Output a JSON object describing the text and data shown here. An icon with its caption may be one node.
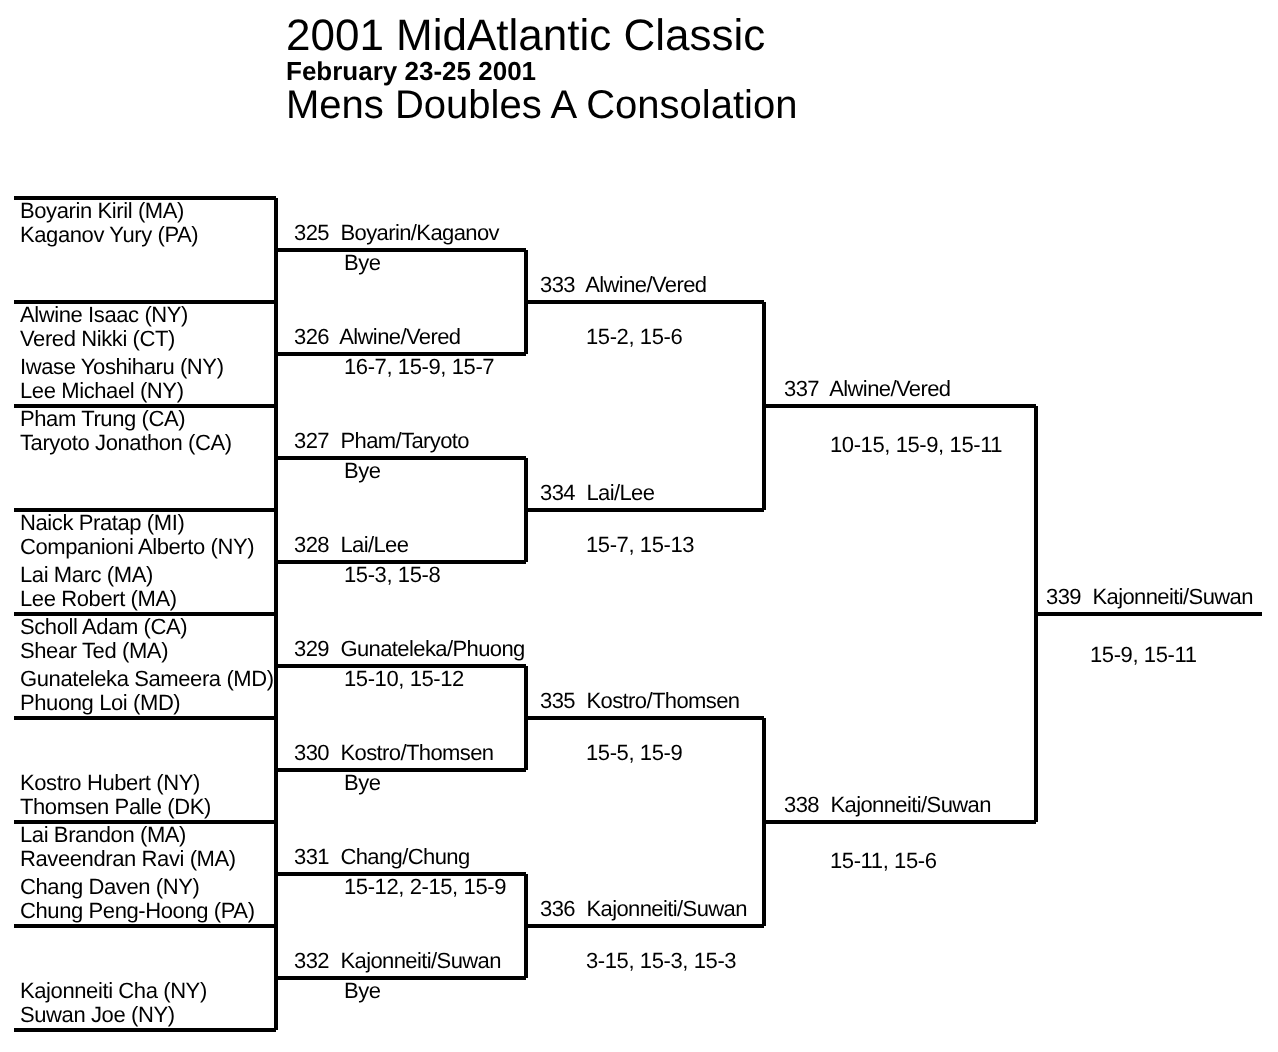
{
  "diagram": {
    "title": "2001 MidAtlantic Classic",
    "nodes": [
      {
        "text": [
          "Boyarin Kiril (MA)",
          "Kaganov Yury (PA)"
        ]
      },
      {
        "text": [
          "Alwine Isaac (NY)",
          "Vered Nikki (CT)"
        ]
      },
      {
        "text": [
          "Iwase Yoshiharu (NY)",
          "Lee Michael (NY)"
        ]
      },
      {
        "text": [
          "Pham Trung (CA)",
          "Taryoto Jonathon (CA)"
        ]
      },
      {
        "text": [
          "Naick Pratap (MI)",
          "Companioni Alberto (NY)"
        ]
      },
      {
        "text": [
          "Lai Marc (MA)",
          "Lee Robert (MA)"
        ]
      },
      {
        "text": [
          "Scholl Adam (CA)",
          "Shear Ted (MA)"
        ]
      },
      {
        "text": [
          "Gunateleka Sameera (MD)",
          "Phuong Loi (MD)"
        ]
      },
      {
        "text": [
          "Kostro Hubert (NY)",
          "Thomsen Palle (DK)"
        ]
      },
      {
        "text": [
          "Lai Brandon (MA)",
          "Raveendran Ravi (MA)"
        ]
      },
      {
        "text": [
          "Chang Daven (NY)",
          "Chung Peng-Hoong (PA)"
        ]
      },
      {
        "text": [
          "Kajonneiti Cha (NY)",
          "Suwan Joe (NY)"
        ]
      },
      {
        "text": [
          "325 Boyarin/Kaganov"
        ],
        "beside": [
          "Bye"
        ]
      },
      {
        "text": [
          "326 Alwine/Vered"
        ],
        "beside": [
          "16-7, 15-9, 15-7"
        ]
      },
      {
        "text": [
          "327 Pham/Taryoto"
        ],
        "beside": [
          "Bye"
        ]
      },
      {
        "text": [
          "328 Lai/Lee"
        ],
        "beside": [
          "15-3, 15-8"
        ]
      },
      {
        "text": [
          "329 Gunateleka/Phuong"
        ],
        "beside": [
          "15-10, 15-12"
        ]
      },
      {
        "text": [
          "330 Kostro/Thomsen"
        ],
        "beside": [
          "Bye"
        ]
      },
      {
        "text": [
          "331 Chang/Chung"
        ],
        "beside": [
          "15-12, 2-15, 15-9"
        ]
      },
      {
        "text": [
          "332 Kajonneiti/Suwan"
        ],
        "beside": [
          "Bye"
        ]
      },
      {
        "text": [
          "333 Alwine/Vered"
        ],
        "beside": [
          "15-2, 15-6"
        ]
      },
      {
        "text": [
          "334 Lai/Lee"
        ],
        "beside": [
          "15-7, 15-13"
        ]
      },
      {
        "text": [
          "335 Kostro/Thomsen"
        ],
        "beside": [
          "15-5, 15-9"
        ]
      },
      {
        "text": [
          "336 Kajonneiti/Suwan"
        ],
        "beside": [
          "3-15, 15-3, 15-3"
        ]
      },
      {
        "text": [
          "337 Alwine/Vered"
        ],
        "beside": [
          "10-15, 15-9, 15-11"
        ]
      },
      {
        "text": [
          "338 Kajonneiti/Suwan"
        ],
        "beside": [
          "15-11, 15-6"
        ]
      },
      {
        "text": [
          "339 Kajonneiti/Suwan"
        ],
        "beside": [
          "15-9, 15-11"
        ]
      }
    ],
    "edges": [
      {
        "from": 0,
        "to": 12,
        "arrow": "none"
      },
      {
        "from": 1,
        "to": 13,
        "arrow": "none"
      },
      {
        "from": 2,
        "to": 13,
        "arrow": "none"
      },
      {
        "from": 3,
        "to": 14,
        "arrow": "none"
      },
      {
        "from": 4,
        "to": 15,
        "arrow": "none"
      },
      {
        "from": 5,
        "to": 15,
        "arrow": "none"
      },
      {
        "from": 6,
        "to": 16,
        "arrow": "none"
      },
      {
        "from": 7,
        "to": 16,
        "arrow": "none"
      },
      {
        "from": 8,
        "to": 17,
        "arrow": "none"
      },
      {
        "from": 9,
        "to": 18,
        "arrow": "none"
      },
      {
        "from": 10,
        "to": 18,
        "arrow": "none"
      },
      {
        "from": 11,
        "to": 19,
        "arrow": "none"
      },
      {
        "from": 12,
        "to": 20,
        "arrow": "none"
      },
      {
        "from": 13,
        "to": 20,
        "arrow": "none"
      },
      {
        "from": 14,
        "to": 21,
        "arrow": "none"
      },
      {
        "from": 15,
        "to": 21,
        "arrow": "none"
      },
      {
        "from": 16,
        "to": 22,
        "arrow": "none"
      },
      {
        "from": 17,
        "to": 22,
        "arrow": "none"
      },
      {
        "from": 18,
        "to": 23,
        "arrow": "none"
      },
      {
        "from": 19,
        "to": 23,
        "arrow": "none"
      },
      {
        "from": 20,
        "to": 24,
        "arrow": "none"
      },
      {
        "from": 21,
        "to": 24,
        "arrow": "none"
      },
      {
        "from": 22,
        "to": 25,
        "arrow": "none"
      },
      {
        "from": 23,
        "to": 25,
        "arrow": "none"
      },
      {
        "from": 24,
        "to": 26,
        "arrow": "none"
      },
      {
        "from": 25,
        "to": 26,
        "arrow": "none"
      }
    ],
    "labels": [
      "February 23-25 2001",
      "Mens Doubles A Consolation"
    ]
  }
}
